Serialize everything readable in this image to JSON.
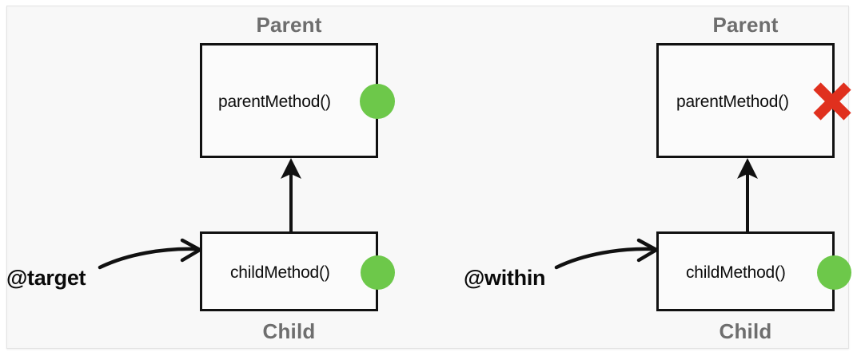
{
  "diagram": {
    "title_hidden": "",
    "colors": {
      "page_background": "#ffffff",
      "panel_background": "#f8f8f8",
      "panel_border": "#e3e3e3",
      "box_border": "#111111",
      "box_fill": "#fbfbfb",
      "method_text": "#0d0d0d",
      "class_caption_text": "#6e6e6e",
      "annotation_text": "#0a0a0a",
      "match_green": "#6dc84a",
      "nomatch_red": "#e0301e",
      "arrow_black": "#111111"
    },
    "panels": [
      {
        "id": "target-panel",
        "annotation": "@target",
        "parent": {
          "caption": "Parent",
          "method": "parentMethod()",
          "marker": "green-dot",
          "marker_meaning": "matches"
        },
        "child": {
          "caption": "Child",
          "method": "childMethod()",
          "marker": "green-dot",
          "marker_meaning": "matches"
        },
        "inheritance_arrow": "child-extends-parent",
        "pointer_arrow_target": "child-box"
      },
      {
        "id": "within-panel",
        "annotation": "@within",
        "parent": {
          "caption": "Parent",
          "method": "parentMethod()",
          "marker": "red-cross",
          "marker_meaning": "does-not-match"
        },
        "child": {
          "caption": "Child",
          "method": "childMethod()",
          "marker": "green-dot",
          "marker_meaning": "matches"
        },
        "inheritance_arrow": "child-extends-parent",
        "pointer_arrow_target": "child-box"
      }
    ]
  }
}
